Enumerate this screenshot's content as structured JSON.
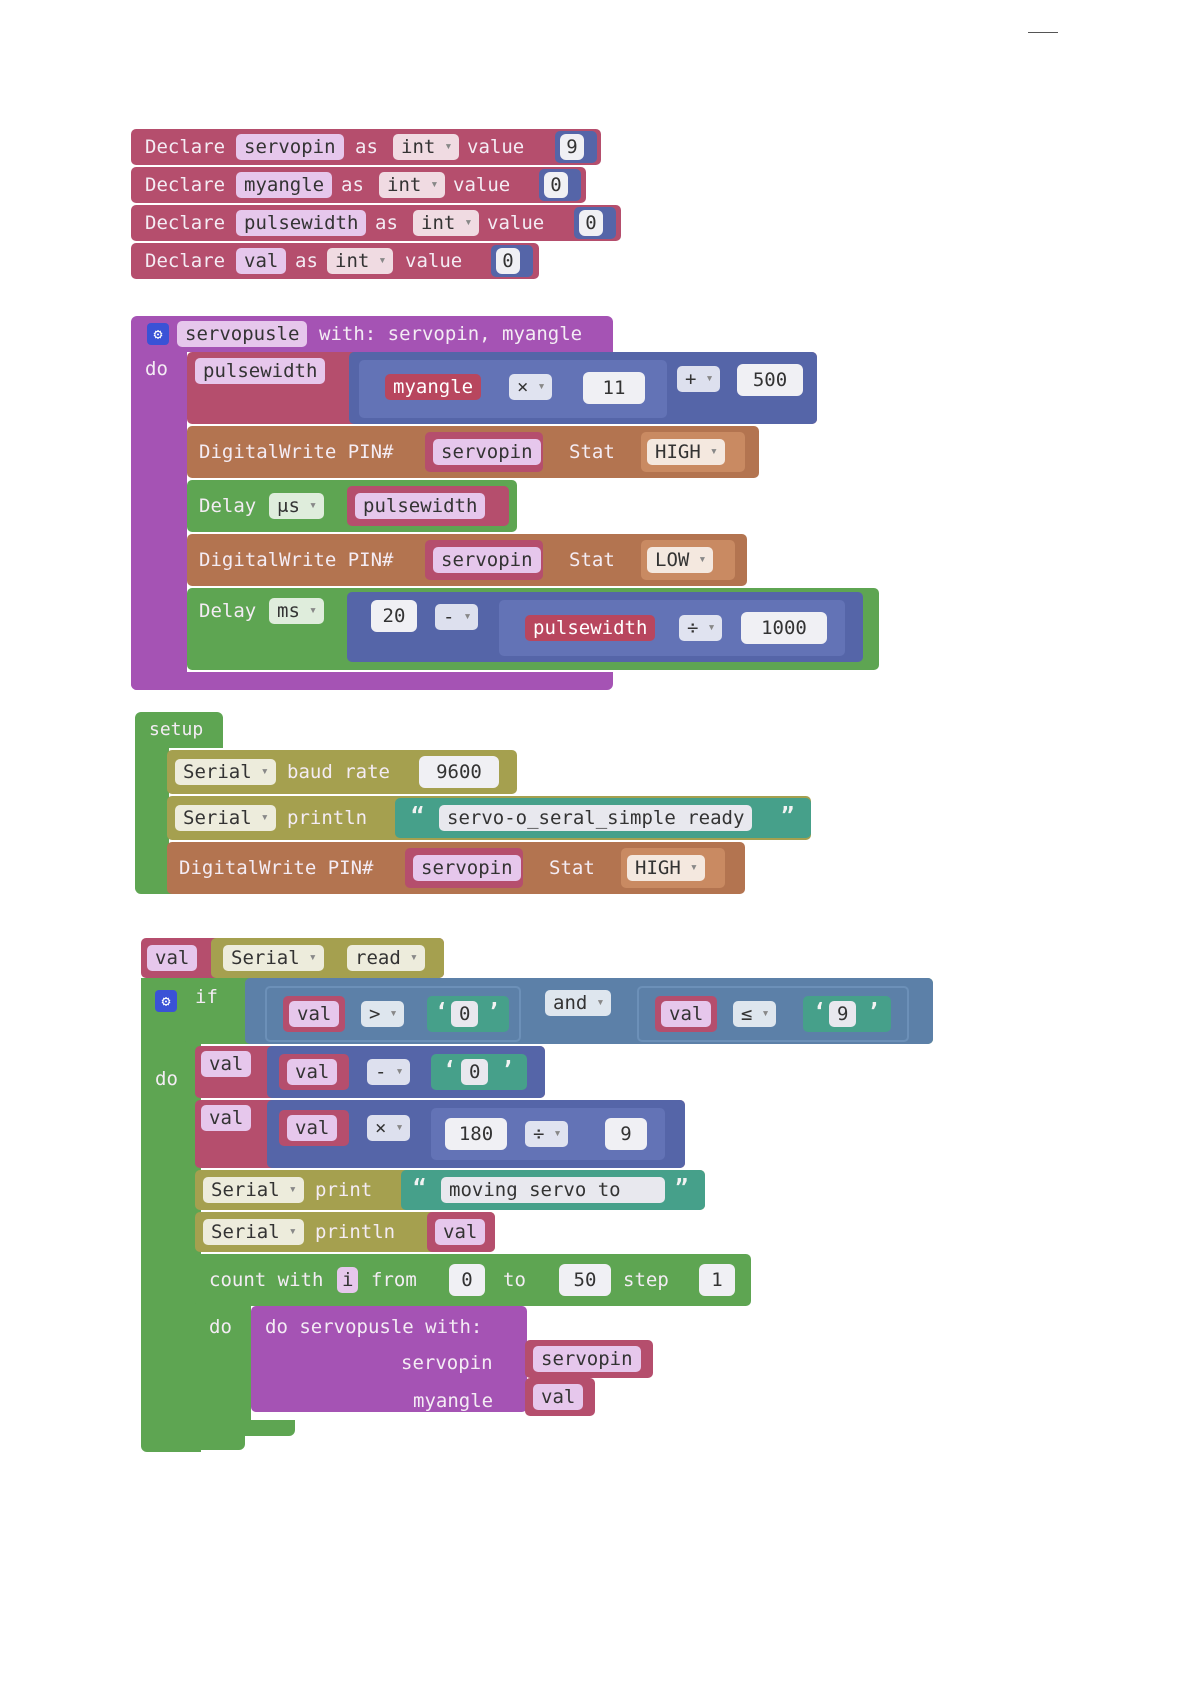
{
  "window": {
    "minimize_label": "—"
  },
  "declares": [
    {
      "keyword": "Declare",
      "name": "servopin",
      "as": "as",
      "type": "int",
      "value_label": "value",
      "value": "9"
    },
    {
      "keyword": "Declare",
      "name": "myangle",
      "as": "as",
      "type": "int",
      "value_label": "value",
      "value": "0"
    },
    {
      "keyword": "Declare",
      "name": "pulsewidth",
      "as": "as",
      "type": "int",
      "value_label": "value",
      "value": "0"
    },
    {
      "keyword": "Declare",
      "name": "val",
      "as": "as",
      "type": "int",
      "value_label": "value",
      "value": "0"
    }
  ],
  "function": {
    "name": "servopusle",
    "with_label": "with: servopin, myangle",
    "do_label": "do",
    "assign_var": "pulsewidth",
    "mul_var": "myangle",
    "mul_op": "×",
    "mul_num": "11",
    "add_op": "+",
    "add_num": "500",
    "dw1": {
      "label": "DigitalWrite PIN#",
      "pin": "servopin",
      "stat": "Stat",
      "value": "HIGH"
    },
    "delay1": {
      "label": "Delay",
      "unit": "μs",
      "var": "pulsewidth"
    },
    "dw2": {
      "label": "DigitalWrite PIN#",
      "pin": "servopin",
      "stat": "Stat",
      "value": "LOW"
    },
    "delay2": {
      "label": "Delay",
      "unit": "ms",
      "num": "20",
      "sub_op": "-",
      "var": "pulsewidth",
      "div_op": "÷",
      "div_num": "1000"
    }
  },
  "setup": {
    "label": "setup",
    "serial_begin": {
      "port": "Serial",
      "label": "baud rate",
      "value": "9600"
    },
    "serial_println": {
      "port": "Serial",
      "label": "println",
      "open_quote": "“",
      "text": "servo-o_seral_simple ready",
      "close_quote": "”"
    },
    "dw": {
      "label": "DigitalWrite PIN#",
      "pin": "servopin",
      "stat": "Stat",
      "value": "HIGH"
    }
  },
  "loop": {
    "val_var": "val",
    "serial_port": "Serial",
    "read_op": "read",
    "if_label": "if",
    "do_label": "do",
    "cond1": {
      "var": "val",
      "op": ">",
      "open_q": "‘",
      "char": "0",
      "close_q": "’"
    },
    "and_op": "and",
    "cond2": {
      "var": "val",
      "op": "≤",
      "open_q": "‘",
      "char": "9",
      "close_q": "’"
    },
    "assign1": {
      "var": "val",
      "rhs_var": "val",
      "op": "-",
      "open_q": "‘",
      "char": "0",
      "close_q": "’"
    },
    "assign2": {
      "var": "val",
      "rhs_var": "val",
      "op": "×",
      "num1": "180",
      "div_op": "÷",
      "num2": "9"
    },
    "print1": {
      "port": "Serial",
      "label": "print",
      "open_quote": "“",
      "text": "moving servo to ",
      "close_quote": "”"
    },
    "print2": {
      "port": "Serial",
      "label": "println",
      "var": "val"
    },
    "count": {
      "label": "count with",
      "var": "i",
      "from": "from",
      "from_val": "0",
      "to": "to",
      "to_val": "50",
      "step": "step",
      "step_val": "1"
    },
    "count_do": "do",
    "call": {
      "label": "do servopusle with:",
      "arg1_label": "servopin",
      "arg1": "servopin",
      "arg2_label": "myangle",
      "arg2": "val"
    }
  }
}
